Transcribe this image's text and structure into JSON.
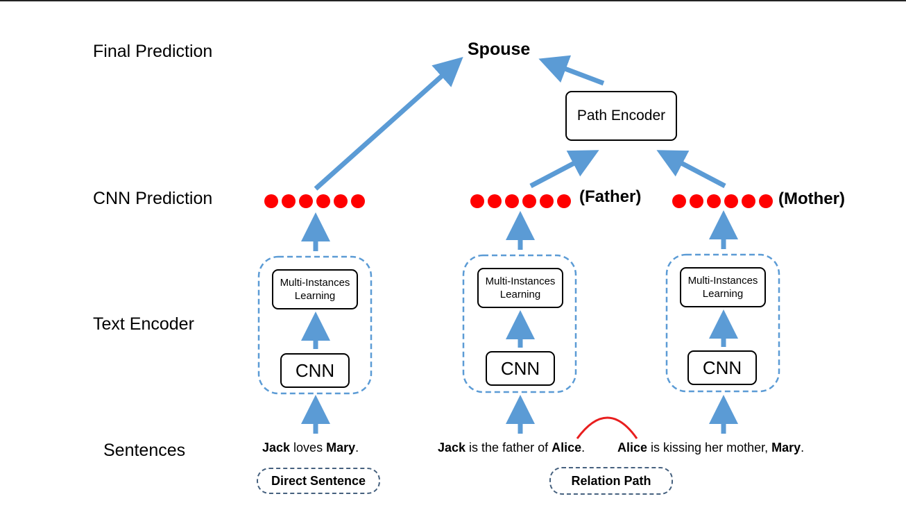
{
  "row_labels": {
    "final": "Final Prediction",
    "cnn_prediction": "CNN Prediction",
    "text_encoder": "Text Encoder",
    "sentences": "Sentences"
  },
  "final_prediction": "Spouse",
  "path_encoder": "Path Encoder",
  "columns": [
    {
      "mil": "Multi-Instances Learning",
      "cnn": "CNN",
      "relation": "",
      "sentence": {
        "e1": "Jack",
        "mid": " loves ",
        "e2": "Mary",
        "end": "."
      }
    },
    {
      "mil": "Multi-Instances Learning",
      "cnn": "CNN",
      "relation": "(Father)",
      "sentence": {
        "e1": "Jack",
        "mid": " is the father of ",
        "e2": "Alice",
        "end": "."
      }
    },
    {
      "mil": "Multi-Instances Learning",
      "cnn": "CNN",
      "relation": "(Mother)",
      "sentence": {
        "e1": "Alice",
        "mid": " is kissing her mother, ",
        "e2": "Mary",
        "end": "."
      }
    }
  ],
  "tags": {
    "direct": "Direct Sentence",
    "path": "Relation Path"
  },
  "colors": {
    "arrow": "#5b9bd5",
    "dot": "#ff0000",
    "dashed_border": "#5b9bd5",
    "relation_link": "#e81e1e"
  }
}
